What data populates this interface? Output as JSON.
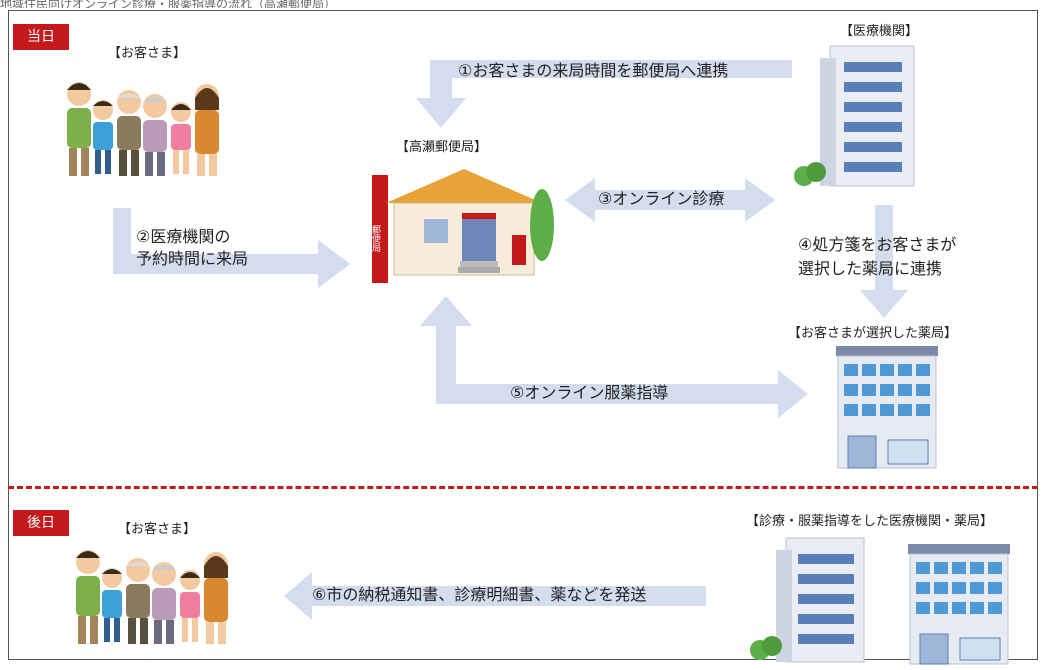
{
  "header_fragment": "地域住民向けオンライン診療・服薬指導の流れ（高瀬郵便局）",
  "sections": {
    "today": {
      "badge": "当日"
    },
    "later": {
      "badge": "後日"
    }
  },
  "labels": {
    "customer": "【お客さま】",
    "medical": "【医療機関】",
    "post_office": "【高瀬郵便局】",
    "pharmacy": "【お客さまが選択した薬局】",
    "customer_later": "【お客さま】",
    "medical_pharmacy": "【診療・服薬指導をした医療機関・薬局】"
  },
  "steps": {
    "s1": "①お客さまの来局時間を郵便局へ連携",
    "s2_line1": "②医療機関の",
    "s2_line2": "予約時間に来局",
    "s3": "③オンライン診療",
    "s4_line1": "④処方箋をお客さまが",
    "s4_line2": "選択した薬局に連携",
    "s5": "⑤オンライン服薬指導",
    "s6": "⑥市の納税通知書、診療明細書、薬などを発送"
  },
  "post_signs": {
    "sign": "郵便局"
  },
  "colors": {
    "accent": "#c41a1c",
    "arrow": "#d3ddee",
    "building": "#7c8aa8"
  }
}
